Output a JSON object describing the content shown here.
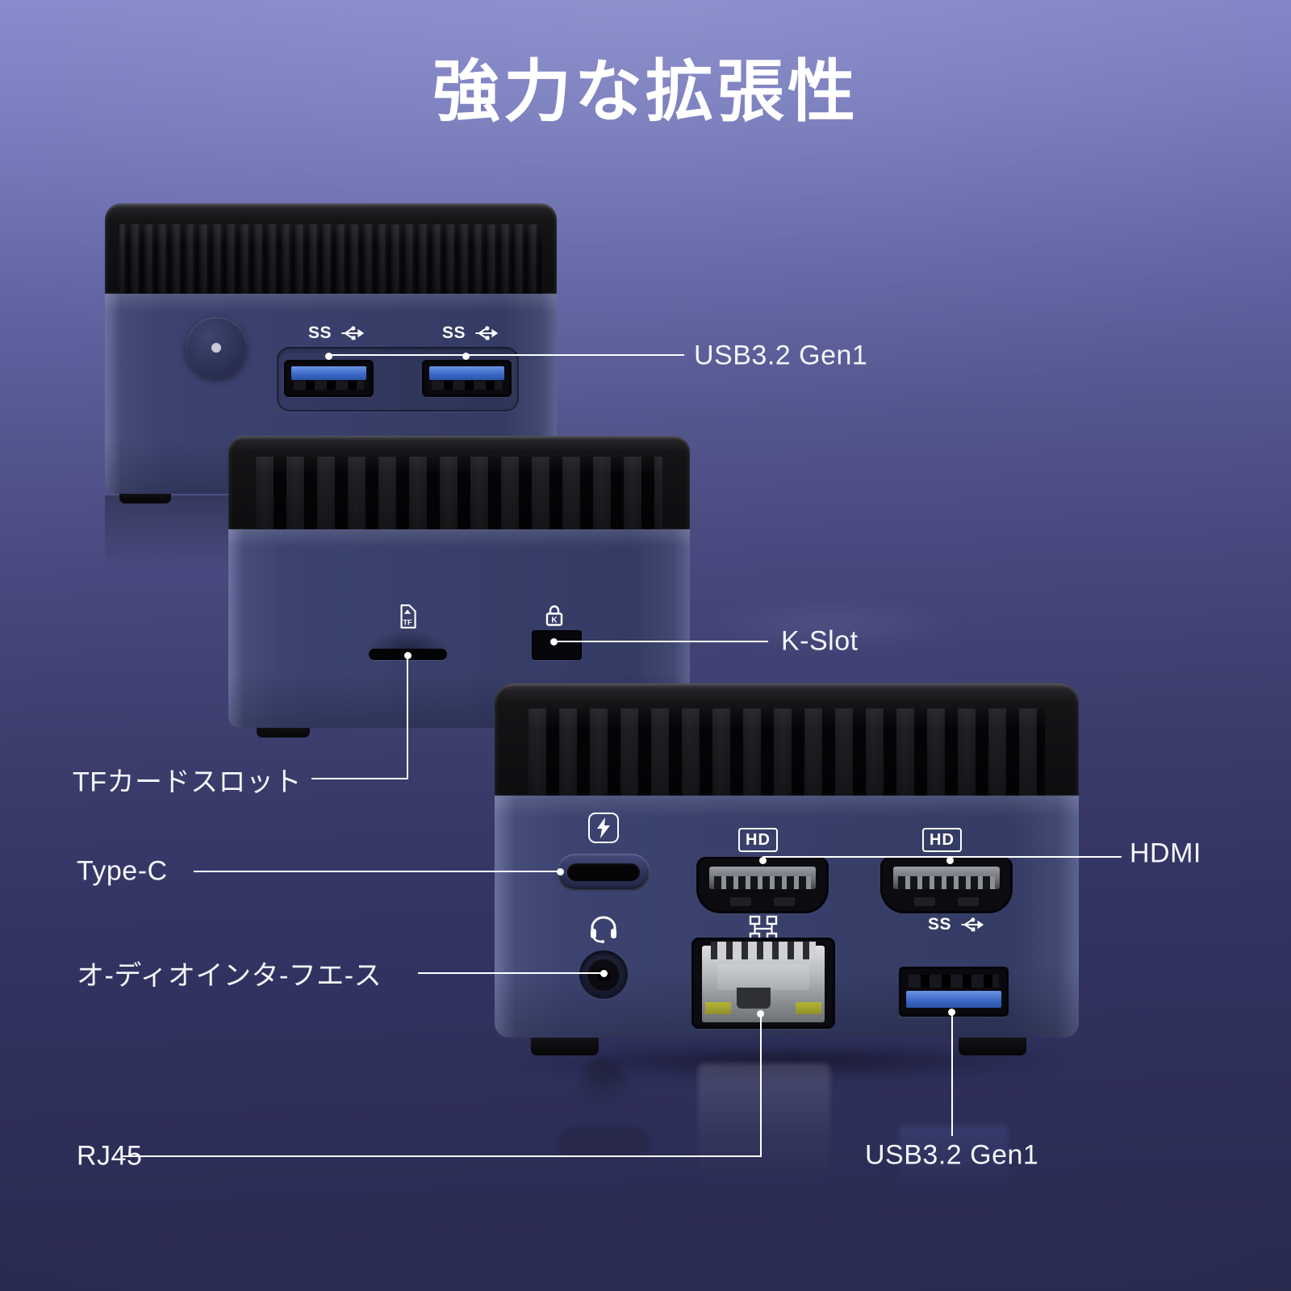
{
  "title": "強力な拡張性",
  "badges": {
    "usb3": "SS",
    "hd": "HD",
    "tf": "TF",
    "k": "K"
  },
  "callouts": {
    "usb_top": {
      "label": "USB3.2 Gen1"
    },
    "k_slot": {
      "label": "K-Slot"
    },
    "tf_card": {
      "label": "TFカードスロット"
    },
    "type_c": {
      "label": "Type-C"
    },
    "audio": {
      "label": "オ-ディオインタ-フエ-ス"
    },
    "hdmi": {
      "label": "HDMI"
    },
    "rj45": {
      "label": "RJ45"
    },
    "usb_bottom": {
      "label": "USB3.2 Gen1"
    }
  },
  "colors": {
    "background_top": "#8487ca",
    "background_mid": "#4c4e84",
    "background_bottom": "#2a2b50",
    "device_body": "#3a4169",
    "device_top": "#121216",
    "usb_port_blue": "#4273d0",
    "rj45_led": "#a6a62b",
    "callout": "#ffffff"
  }
}
